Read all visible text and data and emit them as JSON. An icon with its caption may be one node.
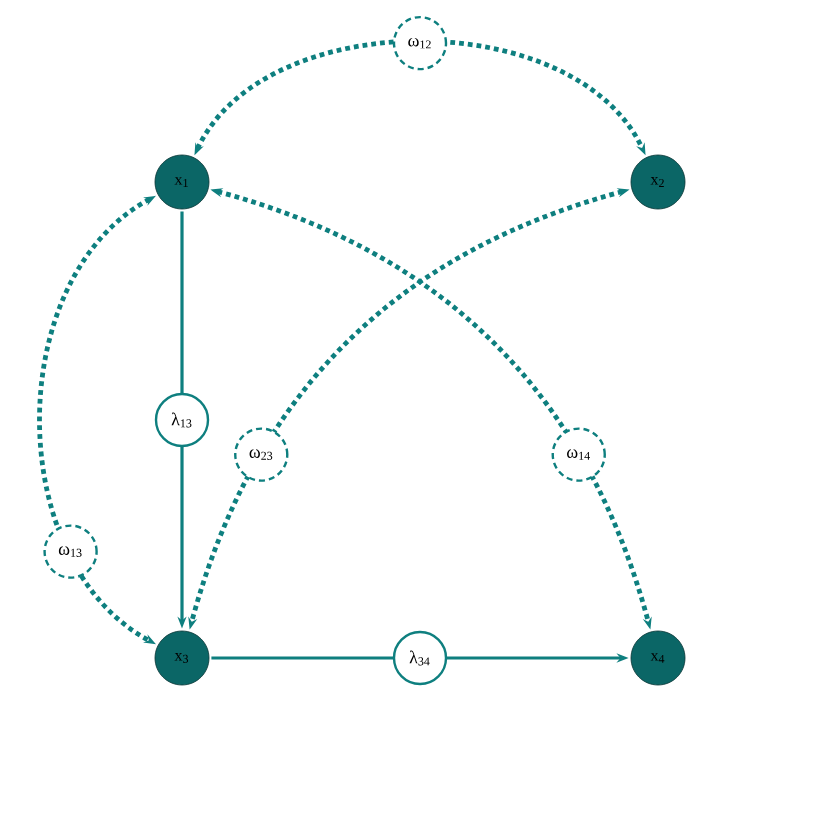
{
  "diagram": {
    "nodes": [
      {
        "text": [
          "x$_{1}$"
        ]
      },
      {
        "text": [
          "x$_{2}$"
        ]
      },
      {
        "text": [
          "x$_{3}$"
        ]
      },
      {
        "text": [
          "x$_{4}$"
        ]
      }
    ],
    "edges": [
      {
        "from": 0,
        "to": 1,
        "arrow": "both",
        "label": "ω$_{12}$",
        "style": "dashed"
      },
      {
        "from": 0,
        "to": 2,
        "arrow": "both",
        "label": "ω$_{13}$",
        "style": "dashed"
      },
      {
        "from": 1,
        "to": 2,
        "arrow": "both",
        "label": "ω$_{23}$",
        "style": "dashed"
      },
      {
        "from": 0,
        "to": 3,
        "arrow": "both",
        "label": "ω$_{14}$",
        "style": "dashed"
      },
      {
        "from": 0,
        "to": 2,
        "arrow": "to",
        "label": "λ$_{13}$"
      },
      {
        "from": 2,
        "to": 3,
        "arrow": "to",
        "label": "λ$_{34}$"
      }
    ]
  }
}
